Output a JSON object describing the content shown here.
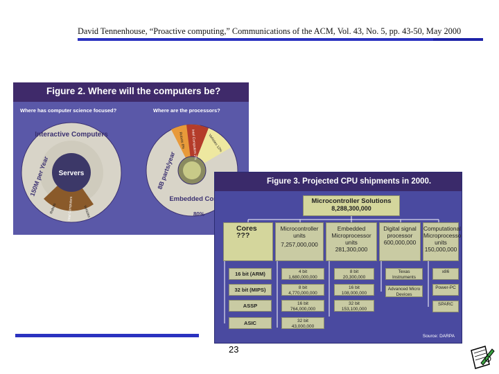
{
  "header": {
    "citation": "David Tennenhouse, “Proactive computing,” Communications of the ACM, Vol. 43, No. 5, pp. 43-50, May 2000"
  },
  "figure2": {
    "title": "Figure 2. Where will the computers be?",
    "left_question": "Where has computer science focused?",
    "right_question": "Where are the processors?",
    "left_ring_label": "150M per Year",
    "left_segment": "Interactive Computers",
    "left_center": "Servers",
    "left_small": [
      "Robots",
      "Vehicles",
      "Intel Computers"
    ],
    "right_ring_label": "8B parts/year",
    "right_segment": "Embedded Computers",
    "right_percent": "80%",
    "right_small": [
      "Robots 6%",
      "Vehicles 12%",
      "Intel Computers 2%"
    ]
  },
  "figure3": {
    "title": "Figure 3. Projected CPU shipments in 2000.",
    "top": {
      "title": "Microcontroller Solutions",
      "value": "8,288,300,000"
    },
    "categories": [
      {
        "label": "Cores",
        "value": "???"
      },
      {
        "label": "Microcontroller units",
        "value": "7,257,000,000"
      },
      {
        "label": "Embedded Microprocessor units",
        "value": "281,300,000"
      },
      {
        "label": "Digital signal processor",
        "value": "600,000,000"
      },
      {
        "label": "Computational Microprocessor units",
        "value": "150,000,000"
      }
    ],
    "cores_items": [
      "16 bit (ARM)",
      "32 bit (MIPS)",
      "ASSP",
      "ASIC"
    ],
    "mcu_items": [
      {
        "bits": "4 bit",
        "value": "1,680,000,000"
      },
      {
        "bits": "8 bit",
        "value": "4,770,000,000"
      },
      {
        "bits": "16 bit",
        "value": "764,000,000"
      },
      {
        "bits": "32 bit",
        "value": "43,000,000"
      }
    ],
    "emp_items": [
      {
        "bits": "8 bit",
        "value": "20,300,000"
      },
      {
        "bits": "16 bit",
        "value": "108,000,000"
      },
      {
        "bits": "32 bit",
        "value": "153,100,000"
      }
    ],
    "dsp_items": [
      "Texas Instruments",
      "Advanced Micro Devices"
    ],
    "cmp_items": [
      "x86",
      "Power-PC",
      "SPARC"
    ],
    "source": "Source: DARPA"
  },
  "footer": {
    "page_number": "23"
  },
  "colors": {
    "rule": "#2b32c0",
    "figure_bg": "#5a58a8",
    "header_bg": "#3f2a6a",
    "box": "#c9cba3"
  },
  "icons": {
    "corner": "notepad-pencil-icon"
  }
}
